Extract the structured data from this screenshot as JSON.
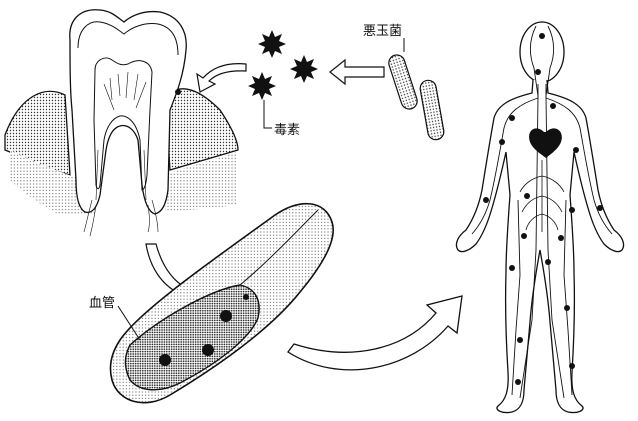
{
  "labels": {
    "bacteria": "悪玉菌",
    "toxin": "毒素",
    "blood_vessel": "血管"
  },
  "colors": {
    "ink": "#111111",
    "background": "#ffffff"
  },
  "icons": {
    "tooth": "tooth-cross-section-illustration",
    "bacteria": "rod-bacteria-illustration",
    "toxin": "spiky-toxin-particle",
    "vessel": "blood-vessel-illustration",
    "body": "human-body-circulation-illustration"
  }
}
